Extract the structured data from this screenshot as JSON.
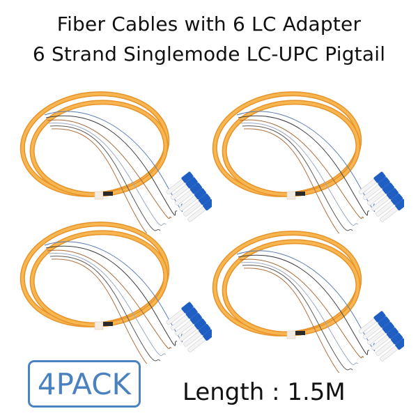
{
  "title": {
    "line1": "Fiber Cables with 6 LC Adapter",
    "line2": "6 Strand Singlemode LC-UPC Pigtail"
  },
  "product": {
    "image_count": 4,
    "item": "fiber-pigtail-bundle",
    "connectors_per_bundle": 6,
    "connector_type": "LC-UPC",
    "jacket_color": "#f2a43a",
    "connector_color": "#1f5fc4",
    "boot_color": "#f4f4f4"
  },
  "badge": {
    "label": "4PACK",
    "color": "#4a82bf"
  },
  "spec": {
    "length_text": "Length : 1.5M"
  }
}
